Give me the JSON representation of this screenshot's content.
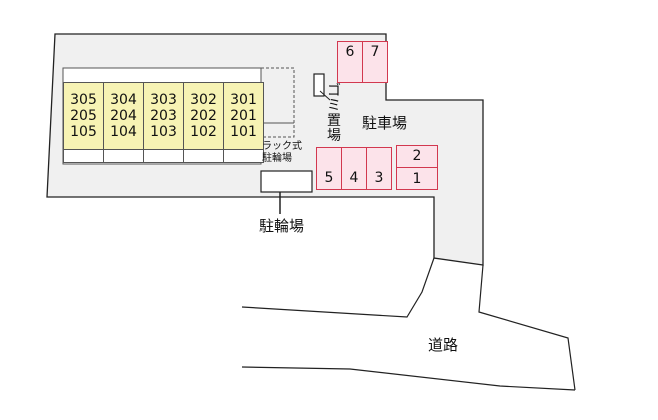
{
  "units": [
    [
      "305",
      "205",
      "105"
    ],
    [
      "304",
      "204",
      "104"
    ],
    [
      "303",
      "203",
      "103"
    ],
    [
      "302",
      "202",
      "102"
    ],
    [
      "301",
      "201",
      "101"
    ]
  ],
  "labels": {
    "rack_bicycle": [
      "ラック式",
      "駐輪場"
    ],
    "bicycle_parking": "駐輪場",
    "garbage": [
      "ゴ",
      "ミ",
      "置",
      "場"
    ],
    "car_parking": "駐車場",
    "road": "道路"
  },
  "parking_spaces": [
    "6",
    "7",
    "5",
    "4",
    "3",
    "2",
    "1"
  ],
  "colors": {
    "site_fill": "#f0f0f0",
    "building_fill": "#f7f3b4",
    "parking_fill": "#fce3ea",
    "parking_border": "#d2384f"
  }
}
